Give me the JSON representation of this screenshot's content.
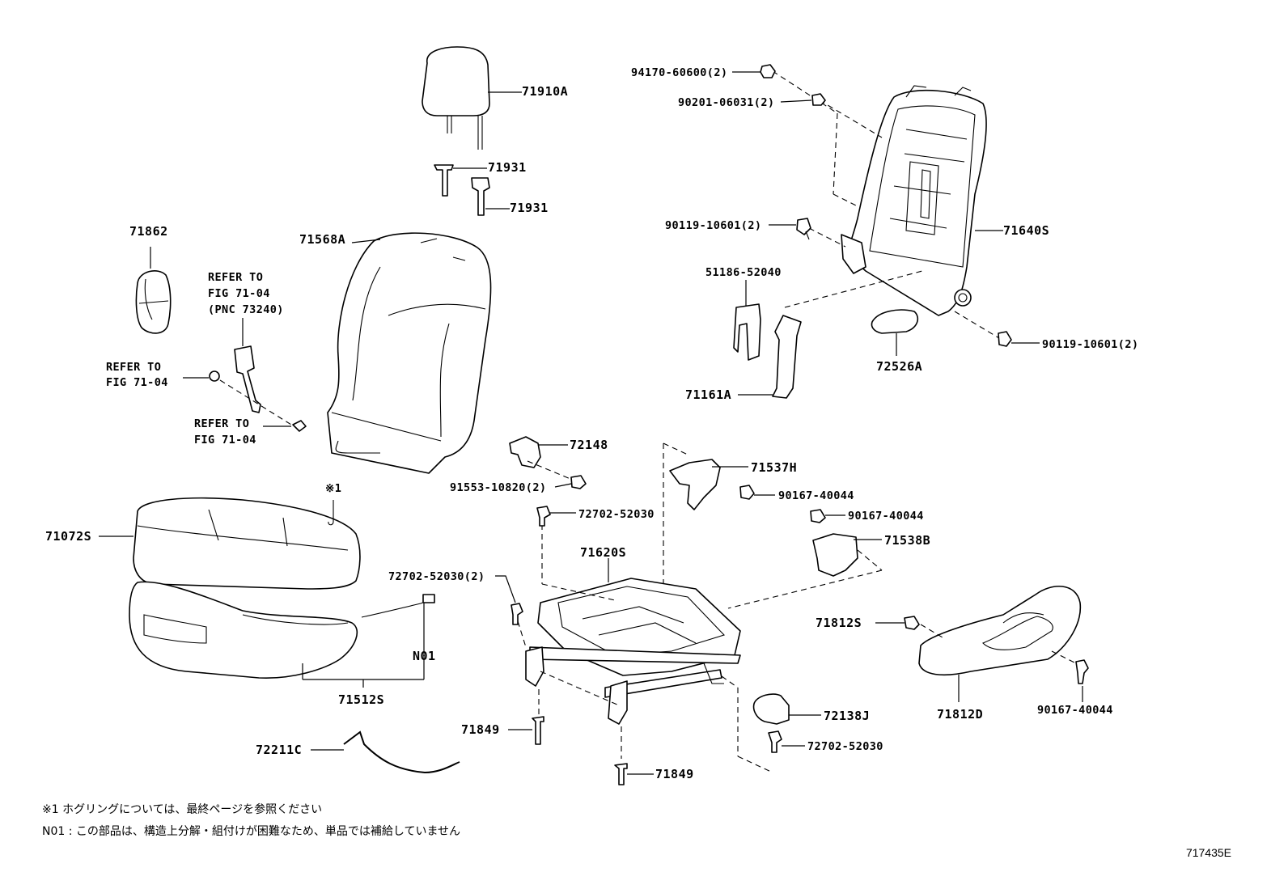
{
  "labels": {
    "p71910A": "71910A",
    "p71931a": "71931",
    "p71931b": "71931",
    "p71568A": "71568A",
    "p71862": "71862",
    "refer_to_1": "REFER TO",
    "fig_71_04_1": "FIG 71-04",
    "pnc_73240": "(PNC 73240)",
    "refer_to_2": "REFER TO",
    "fig_71_04_2": "FIG 71-04",
    "refer_to_3": "REFER TO",
    "fig_71_04_3": "FIG 71-04",
    "p94170": "94170-60600(2)",
    "p90201": "90201-06031(2)",
    "p90119a": "90119-10601(2)",
    "p71640S": "71640S",
    "p51186": "51186-52040",
    "p72526A": "72526A",
    "p90119b": "90119-10601(2)",
    "p71161A": "71161A",
    "p72148": "72148",
    "p91553": "91553-10820(2)",
    "p71537H": "71537H",
    "p90167a": "90167-40044",
    "p90167b": "90167-40044",
    "p72702a": "72702-52030",
    "p71538B": "71538B",
    "p71620S": "71620S",
    "p72702b": "72702-52030(2)",
    "p71072S": "71072S",
    "mark1": "※1",
    "pN01": "N01",
    "p71512S": "71512S",
    "p71812S": "71812S",
    "p71812D": "71812D",
    "p90167c": "90167-40044",
    "p72138J": "72138J",
    "p72702c": "72702-52030",
    "p71849a": "71849",
    "p71849b": "71849",
    "p72211C": "72211C"
  },
  "notes": {
    "note1": "※1  ホグリングについては、最終ページを参照ください",
    "note2": "N01 : この部品は、構造上分解・組付けが困難なため、単品では補給していません"
  },
  "diagram_code": "717435E"
}
